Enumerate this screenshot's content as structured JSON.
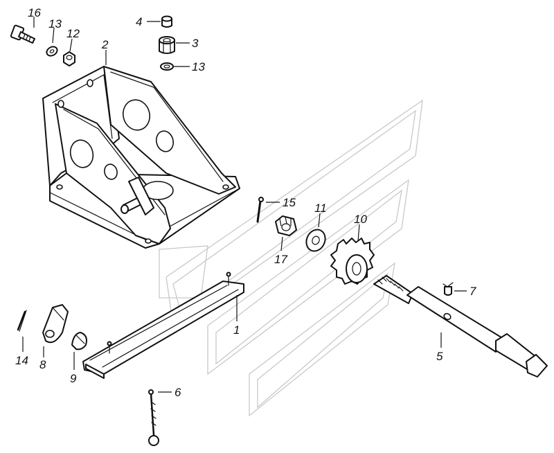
{
  "callouts": [
    {
      "id": "16",
      "label": "16"
    },
    {
      "id": "13a",
      "label": "13"
    },
    {
      "id": "12",
      "label": "12"
    },
    {
      "id": "2",
      "label": "2"
    },
    {
      "id": "4",
      "label": "4"
    },
    {
      "id": "3",
      "label": "3"
    },
    {
      "id": "13b",
      "label": "13"
    },
    {
      "id": "15",
      "label": "15"
    },
    {
      "id": "11",
      "label": "11"
    },
    {
      "id": "10",
      "label": "10"
    },
    {
      "id": "17",
      "label": "17"
    },
    {
      "id": "7",
      "label": "7"
    },
    {
      "id": "1",
      "label": "1"
    },
    {
      "id": "5",
      "label": "5"
    },
    {
      "id": "14",
      "label": "14"
    },
    {
      "id": "8",
      "label": "8"
    },
    {
      "id": "9",
      "label": "9"
    },
    {
      "id": "6",
      "label": "6"
    }
  ]
}
